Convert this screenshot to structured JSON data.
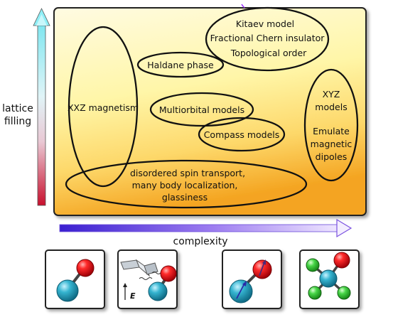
{
  "colors": {
    "panel_top": "#fffbe0",
    "panel_mid": "#fff3a0",
    "panel_bottom": "#f4a420",
    "vertical_arrow_top": "#7fe6f0",
    "vertical_arrow_bottom": "#c8102e",
    "horizontal_arrow_start": "#3a1fd0",
    "horizontal_arrow_end": "#e6d8ff",
    "atom_red": "#e8141b",
    "atom_teal": "#2aa8c4",
    "atom_green": "#3fcf3f"
  },
  "axes": {
    "y_label_line1": "lattice",
    "y_label_line2": "filling",
    "x_label": "complexity"
  },
  "regions": {
    "kitaev": [
      "Kitaev model",
      "Fractional Chern insulator",
      "Topological order"
    ],
    "haldane": "Haldane phase",
    "xxz": "XXZ magnetism",
    "multiorbital": "Multiorbital models",
    "compass": "Compass models",
    "xyz": [
      "XYZ",
      "models",
      "",
      "Emulate",
      "magnetic",
      "dipoles"
    ],
    "disordered": [
      "disordered spin transport,",
      "many body localization,",
      "glassiness"
    ]
  },
  "molecules": {
    "panel2_field_label": "E"
  }
}
